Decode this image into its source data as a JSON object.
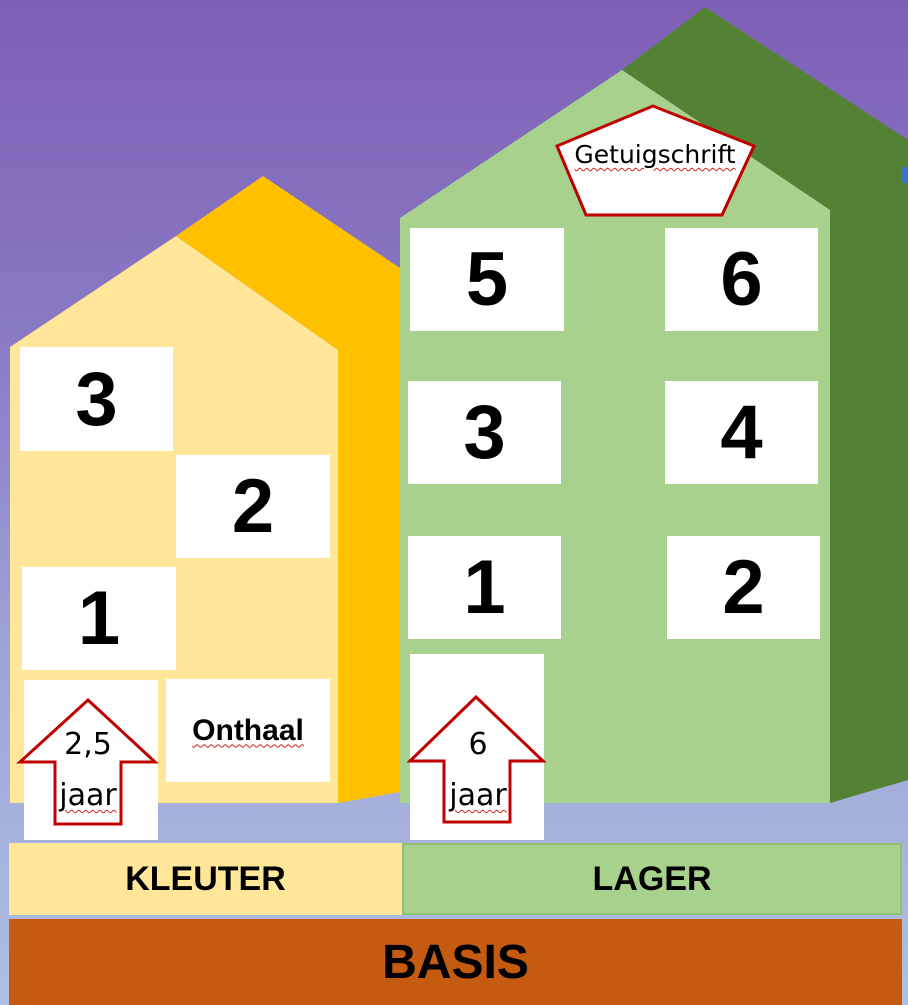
{
  "kleuter": {
    "classes": [
      "3",
      "2",
      "1"
    ],
    "onthaal_label": "Onthaal",
    "entry_age_line1": "2,5",
    "entry_age_line2": "jaar",
    "band_label": "KLEUTER"
  },
  "lager": {
    "classes": [
      "5",
      "6",
      "3",
      "4",
      "1",
      "2"
    ],
    "certificate_label": "Getuigschrift",
    "entry_age_line1": "6",
    "entry_age_line2": "jaar",
    "band_label": "LAGER"
  },
  "foundation_label": "BASIS",
  "colors": {
    "sky_top": "#7e5fb6",
    "kleuter_front": "#ffe699",
    "kleuter_side": "#ffc000",
    "lager_front": "#a9d18e",
    "lager_side": "#548235",
    "basis": "#c55a11",
    "arrow_outline": "#c00000"
  }
}
